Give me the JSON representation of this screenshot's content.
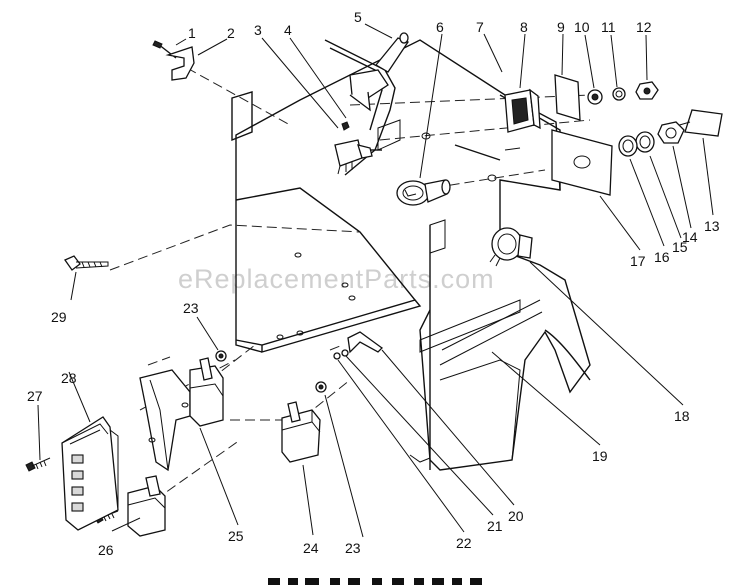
{
  "watermark": "eReplacementParts.com",
  "callouts": [
    "1",
    "2",
    "3",
    "4",
    "5",
    "6",
    "7",
    "8",
    "9",
    "10",
    "11",
    "12",
    "13",
    "14",
    "15",
    "16",
    "17",
    "18",
    "19",
    "20",
    "21",
    "22",
    "23",
    "23",
    "24",
    "25",
    "26",
    "27",
    "28",
    "29"
  ]
}
